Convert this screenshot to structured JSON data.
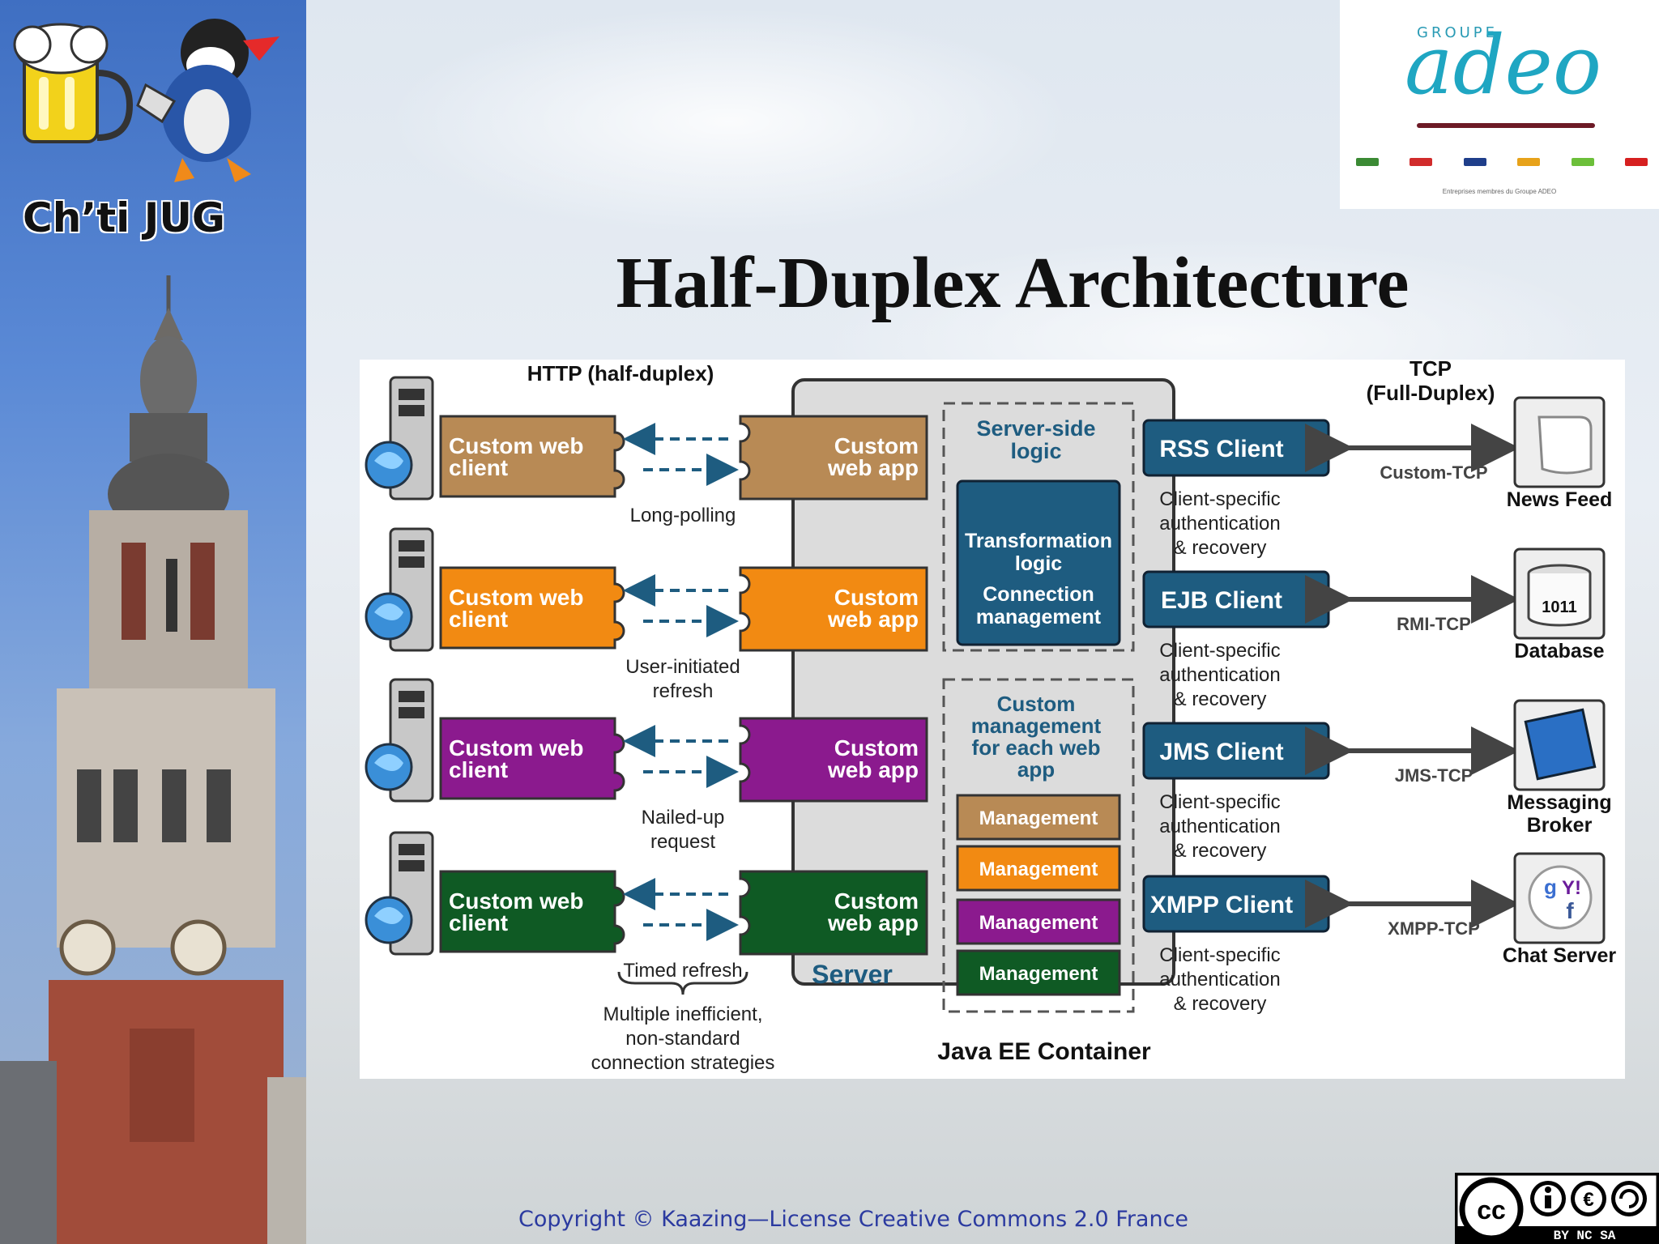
{
  "sidebar": {
    "group_name": "Ch’ti JUG"
  },
  "logo": {
    "groupe": "GROUPE",
    "brand": "adeo",
    "tagline": "Entreprises membres du Groupe ADEO"
  },
  "slide": {
    "title": "Half-Duplex Architecture"
  },
  "diagram": {
    "http_label": "HTTP (half-duplex)",
    "tcp_label_1": "TCP",
    "tcp_label_2": "(Full-Duplex)",
    "container_label": "Java EE Container",
    "server_label": "Server",
    "client_label_1": "Custom web",
    "client_label_2": "client",
    "app_label_1": "Custom",
    "app_label_2": "web app",
    "rows": [
      {
        "color": "#b88a55",
        "strategy": [
          "Long-polling"
        ]
      },
      {
        "color": "#f28a12",
        "strategy": [
          "User-initiated",
          "refresh"
        ]
      },
      {
        "color": "#8b1a8e",
        "strategy": [
          "Nailed-up",
          "request"
        ]
      },
      {
        "color": "#0f5a24",
        "strategy": [
          "Timed refresh"
        ]
      }
    ],
    "summary": [
      "Multiple inefficient,",
      "non-standard",
      "connection strategies"
    ],
    "server_logic": [
      "Server-side",
      "logic"
    ],
    "transformation": [
      "Transformation",
      "logic"
    ],
    "connection_mgmt": [
      "Connection",
      "management"
    ],
    "custom_mgmt": [
      "Custom",
      "management",
      "for each web",
      "app"
    ],
    "management_label": "Management",
    "management_colors": [
      "#b88a55",
      "#f28a12",
      "#8b1a8e",
      "#0f5a24"
    ],
    "clients": [
      {
        "name": "RSS Client",
        "protocol": "Custom-TCP",
        "target": [
          "News Feed"
        ],
        "icon": "news-feed-icon"
      },
      {
        "name": "EJB Client",
        "protocol": "RMI-TCP",
        "target": [
          "Database"
        ],
        "icon": "database-icon"
      },
      {
        "name": "JMS Client",
        "protocol": "JMS-TCP",
        "target": [
          "Messaging",
          "Broker"
        ],
        "icon": "messaging-icon"
      },
      {
        "name": "XMPP Client",
        "protocol": "XMPP-TCP",
        "target": [
          "Chat Server"
        ],
        "icon": "chat-icon"
      }
    ],
    "client_note": [
      "Client-specific",
      "authentication",
      "& recovery"
    ],
    "db_value": "1011",
    "accent": "#1e5c80"
  },
  "footer": {
    "copyright": "Copyright © Kaazing—License Creative Commons 2.0 France",
    "license": "BY NC SA"
  }
}
